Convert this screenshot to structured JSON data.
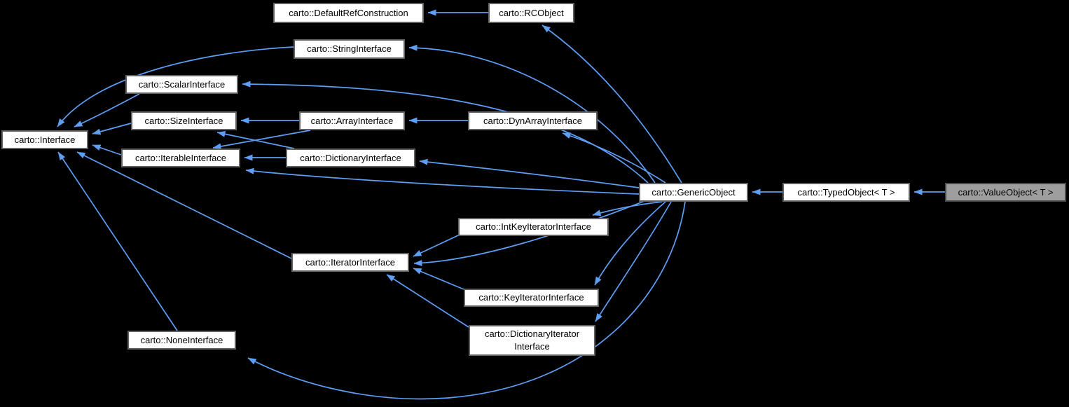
{
  "diagram": {
    "type": "inheritance-graph",
    "nodes": {
      "default_ref_construction": {
        "label": "carto::DefaultRefConstruction"
      },
      "rcobject": {
        "label": "carto::RCObject"
      },
      "string_interface": {
        "label": "carto::StringInterface"
      },
      "scalar_interface": {
        "label": "carto::ScalarInterface"
      },
      "interface": {
        "label": "carto::Interface"
      },
      "size_interface": {
        "label": "carto::SizeInterface"
      },
      "array_interface": {
        "label": "carto::ArrayInterface"
      },
      "dynarray_interface": {
        "label": "carto::DynArrayInterface"
      },
      "iterable_interface": {
        "label": "carto::IterableInterface"
      },
      "dictionary_interface": {
        "label": "carto::DictionaryInterface"
      },
      "generic_object": {
        "label": "carto::GenericObject"
      },
      "typed_object": {
        "label": "carto::TypedObject< T >"
      },
      "value_object": {
        "label": "carto::ValueObject< T >",
        "highlighted": true
      },
      "intkey_iterator_interface": {
        "label": "carto::IntKeyIteratorInterface"
      },
      "iterator_interface": {
        "label": "carto::IteratorInterface"
      },
      "key_iterator_interface": {
        "label": "carto::KeyIteratorInterface"
      },
      "dictionary_iterator_interface": {
        "label_line1": "carto::DictionaryIterator",
        "label_line2": "Interface"
      },
      "none_interface": {
        "label": "carto::NoneInterface"
      }
    },
    "edges": [
      {
        "from": "rcobject",
        "to": "default_ref_construction"
      },
      {
        "from": "typed_object",
        "to": "generic_object"
      },
      {
        "from": "value_object",
        "to": "typed_object"
      },
      {
        "from": "array_interface",
        "to": "size_interface"
      },
      {
        "from": "dynarray_interface",
        "to": "array_interface"
      },
      {
        "from": "dictionary_interface",
        "to": "iterable_interface"
      },
      {
        "from": "dictionary_interface",
        "to": "size_interface"
      },
      {
        "from": "array_interface",
        "to": "iterable_interface"
      },
      {
        "from": "scalar_interface",
        "to": "interface"
      },
      {
        "from": "string_interface",
        "to": "interface"
      },
      {
        "from": "size_interface",
        "to": "interface"
      },
      {
        "from": "iterable_interface",
        "to": "interface"
      },
      {
        "from": "iterator_interface",
        "to": "interface"
      },
      {
        "from": "none_interface",
        "to": "interface"
      },
      {
        "from": "intkey_iterator_interface",
        "to": "iterator_interface"
      },
      {
        "from": "key_iterator_interface",
        "to": "iterator_interface"
      },
      {
        "from": "dictionary_iterator_interface",
        "to": "iterator_interface"
      },
      {
        "from": "generic_object",
        "to": "rcobject"
      },
      {
        "from": "generic_object",
        "to": "string_interface"
      },
      {
        "from": "generic_object",
        "to": "scalar_interface"
      },
      {
        "from": "generic_object",
        "to": "dynarray_interface"
      },
      {
        "from": "generic_object",
        "to": "dictionary_interface"
      },
      {
        "from": "generic_object",
        "to": "iterable_interface"
      },
      {
        "from": "generic_object",
        "to": "intkey_iterator_interface"
      },
      {
        "from": "generic_object",
        "to": "iterator_interface"
      },
      {
        "from": "generic_object",
        "to": "key_iterator_interface"
      },
      {
        "from": "generic_object",
        "to": "dictionary_iterator_interface"
      },
      {
        "from": "generic_object",
        "to": "none_interface"
      }
    ]
  },
  "colors": {
    "background": "#000000",
    "node_fill": "#ffffff",
    "node_border": "#616161",
    "node_text": "#000000",
    "highlight_fill": "#9e9e9e",
    "highlight_border": "#4a4a4a",
    "edge": "#5e9ef5"
  }
}
